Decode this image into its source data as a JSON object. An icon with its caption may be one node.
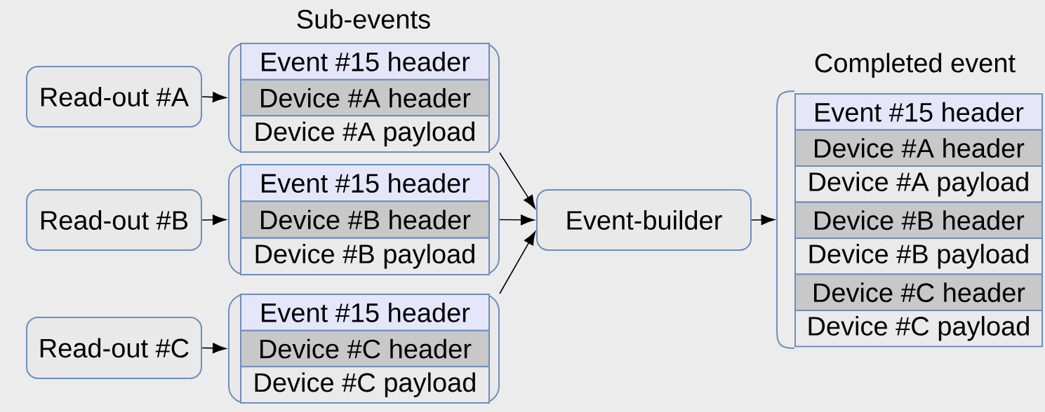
{
  "diagram": {
    "nodes": [
      {
        "text": [
          "Read-out #A"
        ]
      },
      {
        "text": [],
        "shape": "box"
      },
      {
        "text": [
          "Event #15 header"
        ],
        "in": 1
      },
      {
        "text": [
          "Device #A header"
        ],
        "in": 1
      },
      {
        "text": [
          "Device #A payload"
        ],
        "in": 1
      },
      {
        "text": [
          "Read-out #B"
        ]
      },
      {
        "text": [],
        "shape": "box"
      },
      {
        "text": [
          "Event #15 header"
        ],
        "in": 6
      },
      {
        "text": [
          "Device #B header"
        ],
        "in": 6
      },
      {
        "text": [
          "Device #B payload"
        ],
        "in": 6
      },
      {
        "text": [
          "Read-out #C"
        ]
      },
      {
        "text": [],
        "shape": "box"
      },
      {
        "text": [
          "Event #15 header"
        ],
        "in": 11
      },
      {
        "text": [
          "Device #C header"
        ],
        "in": 11
      },
      {
        "text": [
          "Device #C payload"
        ],
        "in": 11
      },
      {
        "text": [
          "Event-builder"
        ]
      },
      {
        "text": [
          "Completed event"
        ]
      },
      {
        "text": [
          "Event #15 header"
        ],
        "in": 16
      },
      {
        "text": [
          "Device #A header"
        ],
        "in": 16
      },
      {
        "text": [
          "Device #A payload"
        ],
        "in": 16
      },
      {
        "text": [
          "Device #B header"
        ],
        "in": 16
      },
      {
        "text": [
          "Device #B payload"
        ],
        "in": 16
      },
      {
        "text": [
          "Device #C header"
        ],
        "in": 16
      },
      {
        "text": [
          "Device #C payload"
        ],
        "in": 16
      }
    ],
    "edges": [
      {
        "from": 0,
        "to": 1,
        "arrow": "to"
      },
      {
        "from": 5,
        "to": 6,
        "arrow": "to"
      },
      {
        "from": 10,
        "to": 11,
        "arrow": "to"
      },
      {
        "from": 1,
        "to": 15,
        "arrow": "to"
      },
      {
        "from": 6,
        "to": 15,
        "arrow": "to"
      },
      {
        "from": 11,
        "to": 15,
        "arrow": "to"
      },
      {
        "from": 15,
        "to": 16,
        "arrow": "to"
      }
    ],
    "labels": [
      "Sub-events"
    ]
  }
}
